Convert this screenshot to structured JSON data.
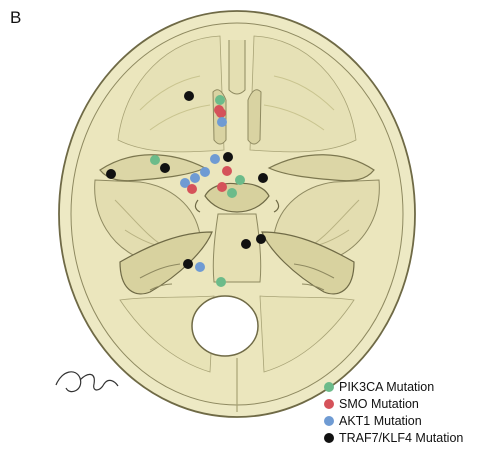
{
  "panel_label": "B",
  "colors": {
    "skull_fill": "#ede9c4",
    "skull_shade": "#d4cf9c",
    "outline": "#6f6a46",
    "pik3ca": "#6cbb8a",
    "smo": "#d5525a",
    "akt1": "#6f9bd3",
    "traf7_klf4": "#111111"
  },
  "legend": [
    {
      "label": "PIK3CA Mutation",
      "color_key": "pik3ca"
    },
    {
      "label": "SMO Mutation",
      "color_key": "smo"
    },
    {
      "label": "AKT1 Mutation",
      "color_key": "akt1"
    },
    {
      "label": "TRAF7/KLF4 Mutation",
      "color_key": "traf7_klf4"
    }
  ],
  "markers": [
    {
      "type": "traf7_klf4",
      "region": "left anterior cranial fossa"
    },
    {
      "type": "pik3ca",
      "region": "olfactory groove"
    },
    {
      "type": "smo",
      "region": "olfactory groove"
    },
    {
      "type": "smo",
      "region": "olfactory groove"
    },
    {
      "type": "akt1",
      "region": "olfactory groove"
    },
    {
      "type": "traf7_klf4",
      "region": "left lateral middle cranial fossa"
    },
    {
      "type": "pik3ca",
      "region": "left sphenoid wing"
    },
    {
      "type": "traf7_klf4",
      "region": "left sphenoid wing"
    },
    {
      "type": "akt1",
      "region": "planum sphenoidale"
    },
    {
      "type": "traf7_klf4",
      "region": "planum sphenoidale"
    },
    {
      "type": "akt1",
      "region": "tuberculum sellae"
    },
    {
      "type": "smo",
      "region": "tuberculum sellae"
    },
    {
      "type": "akt1",
      "region": "tuberculum sellae"
    },
    {
      "type": "pik3ca",
      "region": "right anterior clinoid"
    },
    {
      "type": "traf7_klf4",
      "region": "right sphenoid wing"
    },
    {
      "type": "akt1",
      "region": "left anterior clinoid"
    },
    {
      "type": "smo",
      "region": "left anterior clinoid"
    },
    {
      "type": "smo",
      "region": "sella"
    },
    {
      "type": "pik3ca",
      "region": "sella"
    },
    {
      "type": "traf7_klf4",
      "region": "right petrous ridge"
    },
    {
      "type": "traf7_klf4",
      "region": "right petroclival"
    },
    {
      "type": "traf7_klf4",
      "region": "left petroclival"
    },
    {
      "type": "akt1",
      "region": "left petroclival"
    },
    {
      "type": "pik3ca",
      "region": "foramen magnum"
    }
  ]
}
